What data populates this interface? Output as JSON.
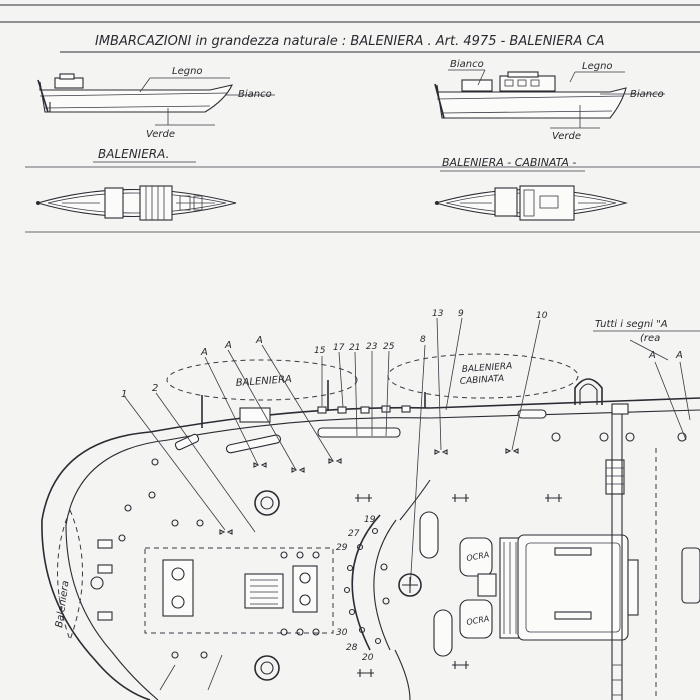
{
  "header": {
    "title": "IMBARCAZIONI in grandezza naturale : BALENIERA . Art. 4975 - BALENIERA CA"
  },
  "profiles": {
    "left": {
      "legno": "Legno",
      "bianco": "Bianco",
      "verde": "Verde"
    },
    "right": {
      "bianco": "Bianco",
      "legno": "Legno",
      "bianco2": "Bianco",
      "verde": "Verde"
    }
  },
  "plan_titles": {
    "left": "BALENIERA.",
    "right": "BALENIERA - CABINATA -"
  },
  "deck": {
    "labels": {
      "baleniera_top": "BALENIERA",
      "baleniera_cabinata_1": "BALENIERA",
      "baleniera_cabinata_2": "CABINATA",
      "baleniera_side": "Baleniera",
      "ocra_1": "OCRA",
      "ocra_2": "OCRA",
      "note_1": "Tutti i segni \"A",
      "note_2": "(rea"
    },
    "callouts": [
      "1",
      "2",
      "A",
      "A",
      "A",
      "15",
      "17",
      "21",
      "23",
      "25",
      "13",
      "9",
      "10",
      "8",
      "19",
      "27",
      "29",
      "30",
      "28",
      "20",
      "A",
      "A"
    ]
  }
}
